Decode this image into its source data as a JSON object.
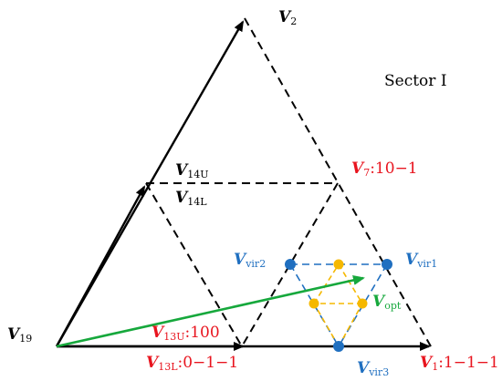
{
  "colors": {
    "black": "#000000",
    "red": "#e8141e",
    "blue": "#1f6fc0",
    "green": "#16a83c",
    "yellow": "#f5b800"
  },
  "sector": {
    "label": "Sector Ⅰ"
  },
  "labels": {
    "v2": {
      "main": "V",
      "sub": "2"
    },
    "v19": {
      "main": "V",
      "sub": "19"
    },
    "v14u": {
      "main": "V",
      "sub": "14U"
    },
    "v14l": {
      "main": "V",
      "sub": "14L"
    },
    "v7": {
      "main": "V",
      "sub": "7",
      "suffix": ":10−1"
    },
    "v1": {
      "main": "V",
      "sub": "1",
      "suffix": ":1−1−1"
    },
    "v13u": {
      "main": "V",
      "sub": "13U",
      "suffix": ":100"
    },
    "v13l": {
      "main": "V",
      "sub": "13L",
      "suffix": ":0−1−1"
    },
    "vvir1": {
      "main": "V",
      "sub": "vir1"
    },
    "vvir2": {
      "main": "V",
      "sub": "vir2"
    },
    "vvir3": {
      "main": "V",
      "sub": "vir3"
    },
    "vopt": {
      "main": "V",
      "sub": "opt"
    }
  }
}
